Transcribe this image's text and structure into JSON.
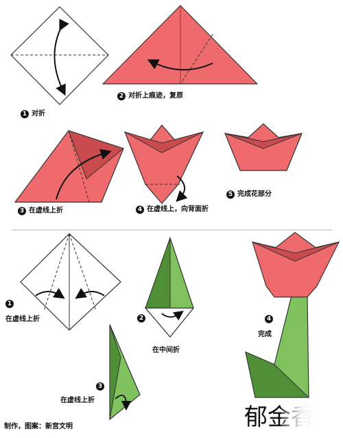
{
  "colors": {
    "pink": "#ee6a6c",
    "pink_dark": "#c94b4d",
    "green": "#7fc25e",
    "green_dark": "#4f8f35",
    "outline": "#333333"
  },
  "section1": {
    "steps": [
      {
        "num": "1",
        "text": "对折"
      },
      {
        "num": "2",
        "text": "对折上痕迹，复原"
      },
      {
        "num": "3",
        "text": "在虚线上折"
      },
      {
        "num": "4",
        "text": "在虚线上，向背面折"
      },
      {
        "num": "5",
        "text": "完成花部分"
      }
    ]
  },
  "section2": {
    "steps": [
      {
        "num": "1",
        "text": "在虚线上折"
      },
      {
        "num": "2",
        "text": "在中间折"
      },
      {
        "num": "3",
        "text": "在虚线上折"
      },
      {
        "num": "4",
        "text": "完成"
      }
    ]
  },
  "credit": "制作，图案：新宫文明",
  "title": "郁金香"
}
